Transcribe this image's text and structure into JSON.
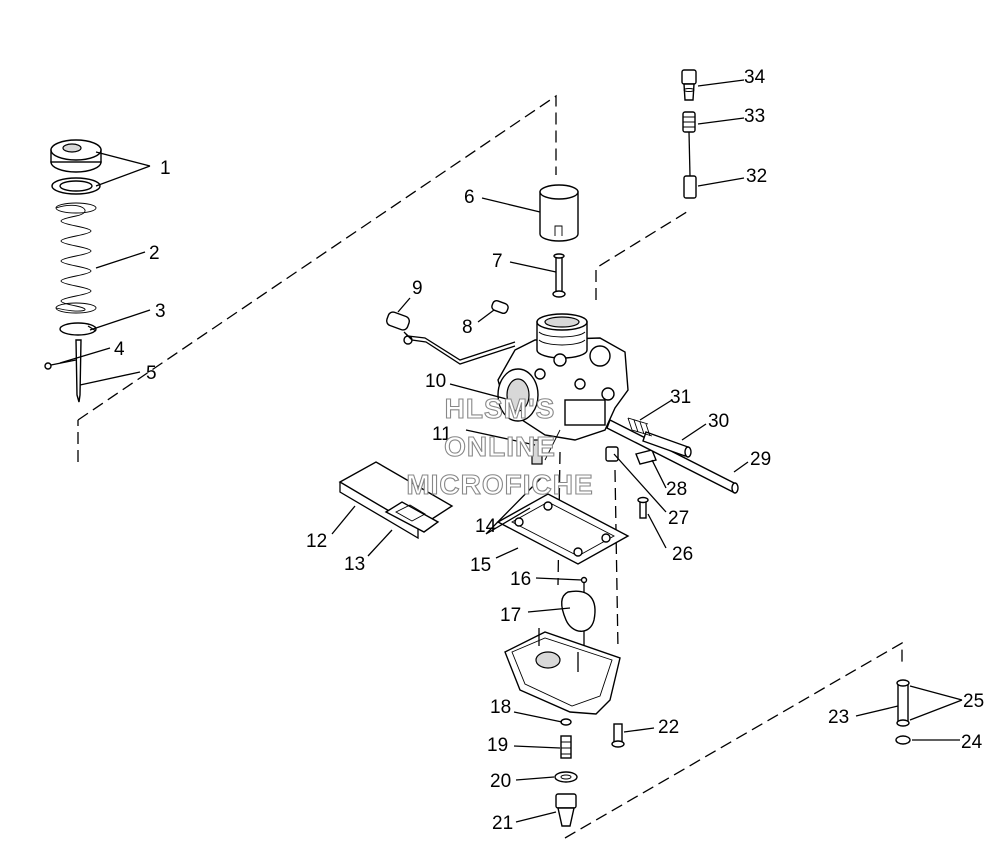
{
  "watermark": {
    "line1": "HLSM'S",
    "line2": "ONLINE",
    "line3": "MICROFICHE"
  },
  "callouts": {
    "c1": "1",
    "c2": "2",
    "c3": "3",
    "c4": "4",
    "c5": "5",
    "c6": "6",
    "c7": "7",
    "c8": "8",
    "c9": "9",
    "c10": "10",
    "c11": "11",
    "c12": "12",
    "c13": "13",
    "c14": "14",
    "c15": "15",
    "c16": "16",
    "c17": "17",
    "c18": "18",
    "c19": "19",
    "c20": "20",
    "c21": "21",
    "c22": "22",
    "c23": "23",
    "c24": "24",
    "c25": "25",
    "c26": "26",
    "c27": "27",
    "c28": "28",
    "c29": "29",
    "c30": "30",
    "c31": "31",
    "c32": "32",
    "c33": "33",
    "c34": "34"
  }
}
